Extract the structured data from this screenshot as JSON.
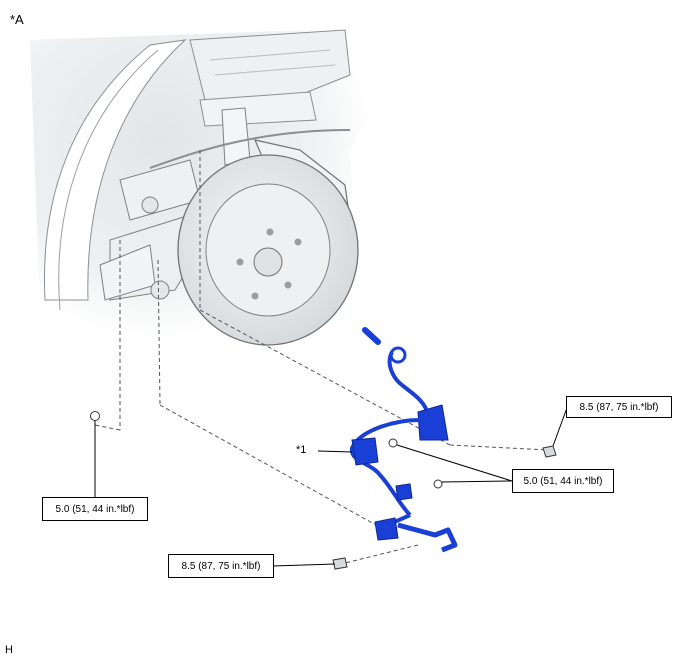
{
  "view_label": "*A",
  "part_label": "*1",
  "corner_code": "H",
  "torque_specs": {
    "upper_right_bolt": "8.5 (87, 75 in.*lbf)",
    "sensor_clamp_bolts": "5.0 (51, 44 in.*lbf)",
    "left_bolt": "5.0 (51, 44 in.*lbf)",
    "lower_bolt": "8.5 (87, 75 in.*lbf)"
  },
  "colors": {
    "sensor_harness": "#1a3fd6",
    "drawing_line": "#555555",
    "background_shade": "#e6e8ea"
  }
}
